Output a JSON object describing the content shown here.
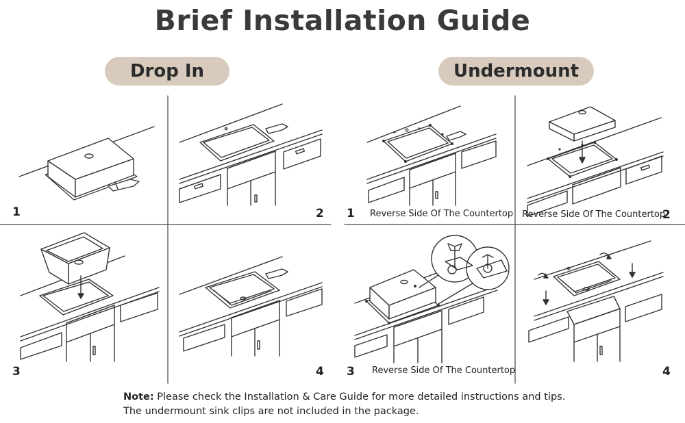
{
  "title": "Brief Installation Guide",
  "sections": {
    "drop_in": "Drop In",
    "undermount": "Undermount"
  },
  "steps": {
    "d1": "1",
    "d2": "2",
    "d3": "3",
    "d4": "4",
    "u1": "1",
    "u2": "2",
    "u3": "3",
    "u4": "4"
  },
  "captions": {
    "u1": "Reverse Side Of The Countertop",
    "u2": "Reverse Side Of The Countertop",
    "u3": "Reverse Side Of The Countertop"
  },
  "note": {
    "label": "Note:",
    "line1": "Please check the Installation & Care Guide for more detailed instructions and tips.",
    "line2": "The undermount sink clips are not included in the package."
  },
  "colors": {
    "pill": "#d8cbbd",
    "line": "#333333"
  }
}
